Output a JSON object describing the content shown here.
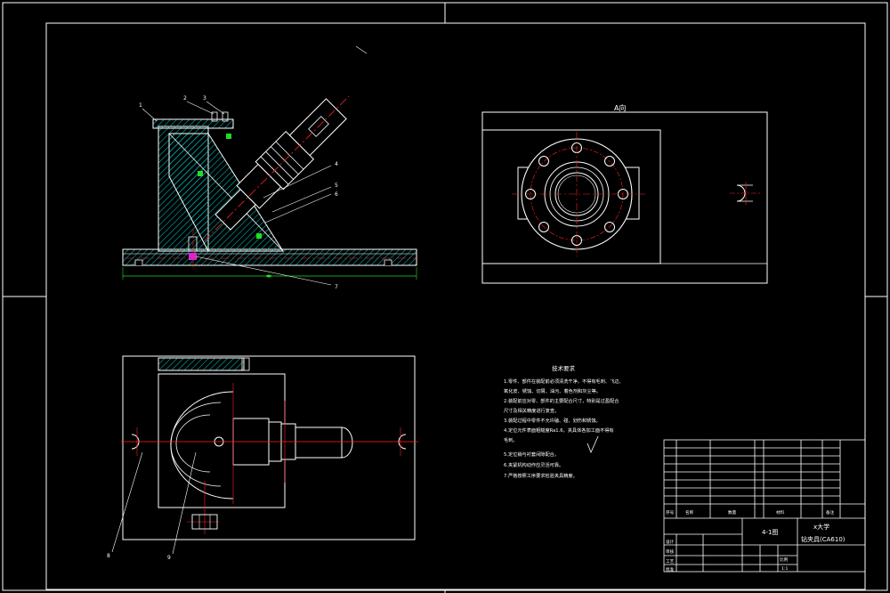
{
  "drawing": {
    "view_label": "A向",
    "callouts": [
      "1",
      "2",
      "3",
      "4",
      "5",
      "6",
      "7",
      "8",
      "9"
    ],
    "notes": {
      "title": "技术要求",
      "lines": [
        "1.零件、部件在装配前必须清洗干净，不得有毛刺、飞边、",
        "氧化皮、锈蚀、切屑、油污、着色剂和灰尘等。",
        "2.装配前应对零、部件的主要配合尺寸，特别是过盈配合",
        "尺寸及相关精度进行复查。",
        "3.装配过程中零件不允许磕、碰、划伤和锈蚀。",
        "4.定位元件表面粗糙度Ra1.6，夹具体各加工面不得有",
        "毛刺。",
        "5.定位销与衬套间隙配合。",
        "6.夹紧机构动作应灵活可靠。",
        "7.严格按照工序要求检验夹具精度。"
      ]
    },
    "title_block": {
      "school": "x大学",
      "part_name": "钻夹具(CA610)",
      "drawing_no": "4-1图",
      "headers": [
        "序号",
        "名称",
        "数量",
        "材料",
        "备注"
      ],
      "sign_rows": [
        "设计",
        "审核",
        "工艺",
        "批准"
      ],
      "scale_label": "比例",
      "scale_value": "1:1"
    }
  },
  "colors": {
    "line": "#ffffff",
    "center": "#ff2020",
    "hatch": "#00b0b0",
    "accent_green": "#22dd22",
    "accent_magenta": "#dd22dd"
  }
}
